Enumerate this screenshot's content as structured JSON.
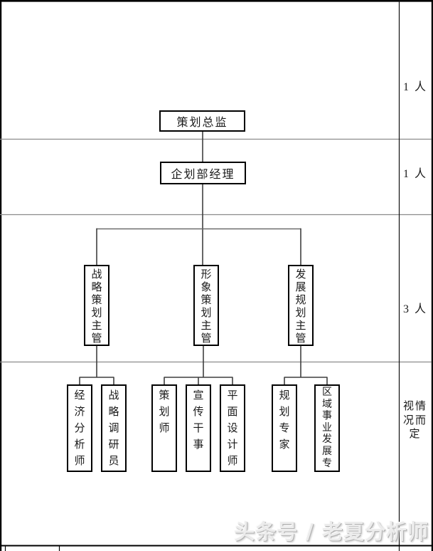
{
  "org_chart": {
    "nodes": {
      "director": "策划总监",
      "manager": "企划部经理",
      "supervisor_strategy": "战略策划主管",
      "supervisor_image": "形象策划主管",
      "supervisor_development": "发展规划主管",
      "economic_analyst": "经济分析师",
      "strategy_researcher": "战略调研员",
      "planner": "策划师",
      "publicity_officer": "宣传干事",
      "graphic_designer": "平面设计师",
      "planning_expert": "规划专家",
      "regional_business_developer": "区域事业发展专"
    }
  },
  "headcount_column": {
    "rows": [
      "1 人",
      "1 人",
      "3 人",
      "视情况而定"
    ]
  },
  "watermark": {
    "text": "头条号 / 老夏分析师"
  },
  "colors": {
    "border": "#000000",
    "grid_line": "#8c8c8c",
    "connector": "#3f3f3f",
    "watermark": "#ececec"
  }
}
